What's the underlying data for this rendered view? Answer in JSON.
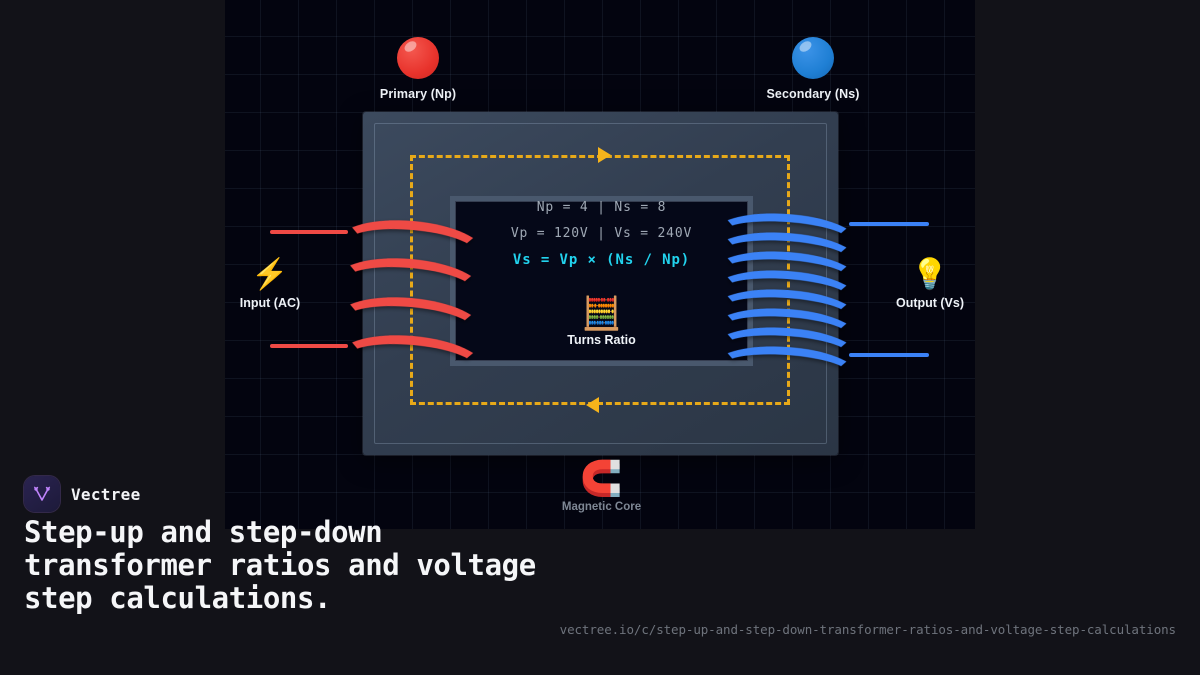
{
  "brand": {
    "name": "Vectree",
    "logo_icon": "vectree-v-logo-icon",
    "accent": "#a855f7"
  },
  "title": "Step-up and step-down transformer ratios and voltage step calculations.",
  "url": "vectree.io/c/step-up-and-step-down-transformer-ratios-and-voltage-step-calculations",
  "diagram": {
    "terminals": [
      {
        "label": "Primary (Np)",
        "color": "#e8332c",
        "icon": "red-node-icon"
      },
      {
        "label": "Secondary (Ns)",
        "color": "#1f7fd4",
        "icon": "blue-node-icon"
      }
    ],
    "input": {
      "label": "Input (AC)",
      "icon": "high-voltage-icon",
      "glyph": "⚡"
    },
    "output": {
      "label": "Output (Vs)",
      "icon": "light-bulb-icon",
      "glyph": "💡"
    },
    "turns_ratio": {
      "label": "Turns Ratio",
      "icon": "abacus-icon",
      "glyph": "🧮"
    },
    "magnetic_core": {
      "label": "Magnetic Core",
      "icon": "magnet-icon",
      "glyph": "🧲"
    },
    "formula_lines": [
      {
        "text": "Np = 4 | Ns = 8",
        "accent": false
      },
      {
        "text": "Vp = 120V | Vs = 240V",
        "accent": false
      },
      {
        "text": "Vs = Vp × (Ns / Np)",
        "accent": true
      }
    ],
    "values": {
      "Np": 4,
      "Ns": 8,
      "Vp": "120V",
      "Vs": "240V"
    },
    "primary_coil_turns": 4,
    "secondary_coil_turns": 8,
    "flux_direction": "clockwise-top-right",
    "colors": {
      "primary_coil": "#ef4a45",
      "secondary_coil": "#3b82f6",
      "flux": "#e7a919",
      "formula_accent": "#22d3ee",
      "core": "#3c4a5e",
      "canvas_bg": "#03040f",
      "page_bg": "#121218"
    }
  }
}
